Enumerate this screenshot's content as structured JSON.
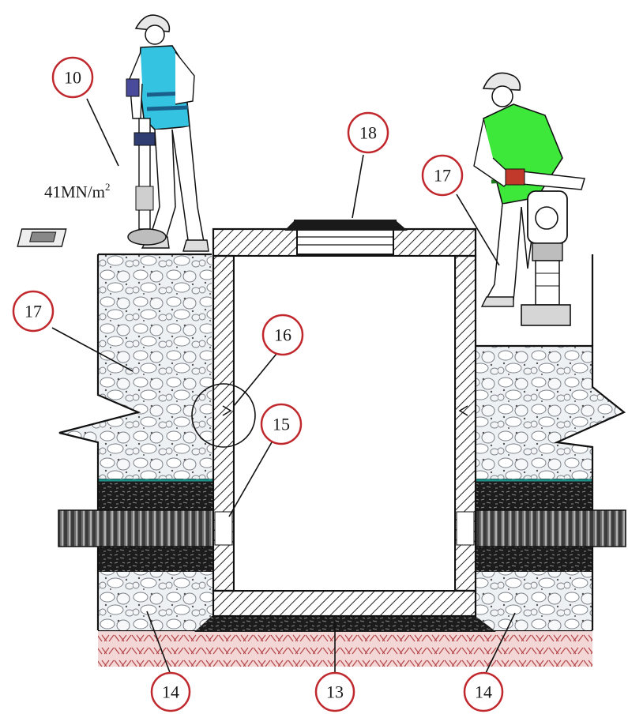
{
  "callouts": [
    {
      "id": "c10",
      "label": "10"
    },
    {
      "id": "c17a",
      "label": "17"
    },
    {
      "id": "c18",
      "label": "18"
    },
    {
      "id": "c17b",
      "label": "17"
    },
    {
      "id": "c16",
      "label": "16"
    },
    {
      "id": "c15",
      "label": "15"
    },
    {
      "id": "c14a",
      "label": "14"
    },
    {
      "id": "c13",
      "label": "13"
    },
    {
      "id": "c14b",
      "label": "14"
    }
  ],
  "pressure": {
    "value": "41MN/m",
    "exponent": "2"
  },
  "colors": {
    "callout_ring": "#c0282d",
    "gravel_fill": "#e9ecef",
    "sand_black": "#2a2a2a",
    "soil_red": "#b5474a",
    "hatch": "#222222",
    "vest_left": "#34c3e0",
    "vest_right": "#3ee83a",
    "pipe": "#555555",
    "seal_blue": "#1f3a8a"
  },
  "icons": [
    "worker-icon",
    "plate-load-tester-icon",
    "vibratory-rammer-icon",
    "manhole-cover-icon",
    "pipe-icon"
  ]
}
